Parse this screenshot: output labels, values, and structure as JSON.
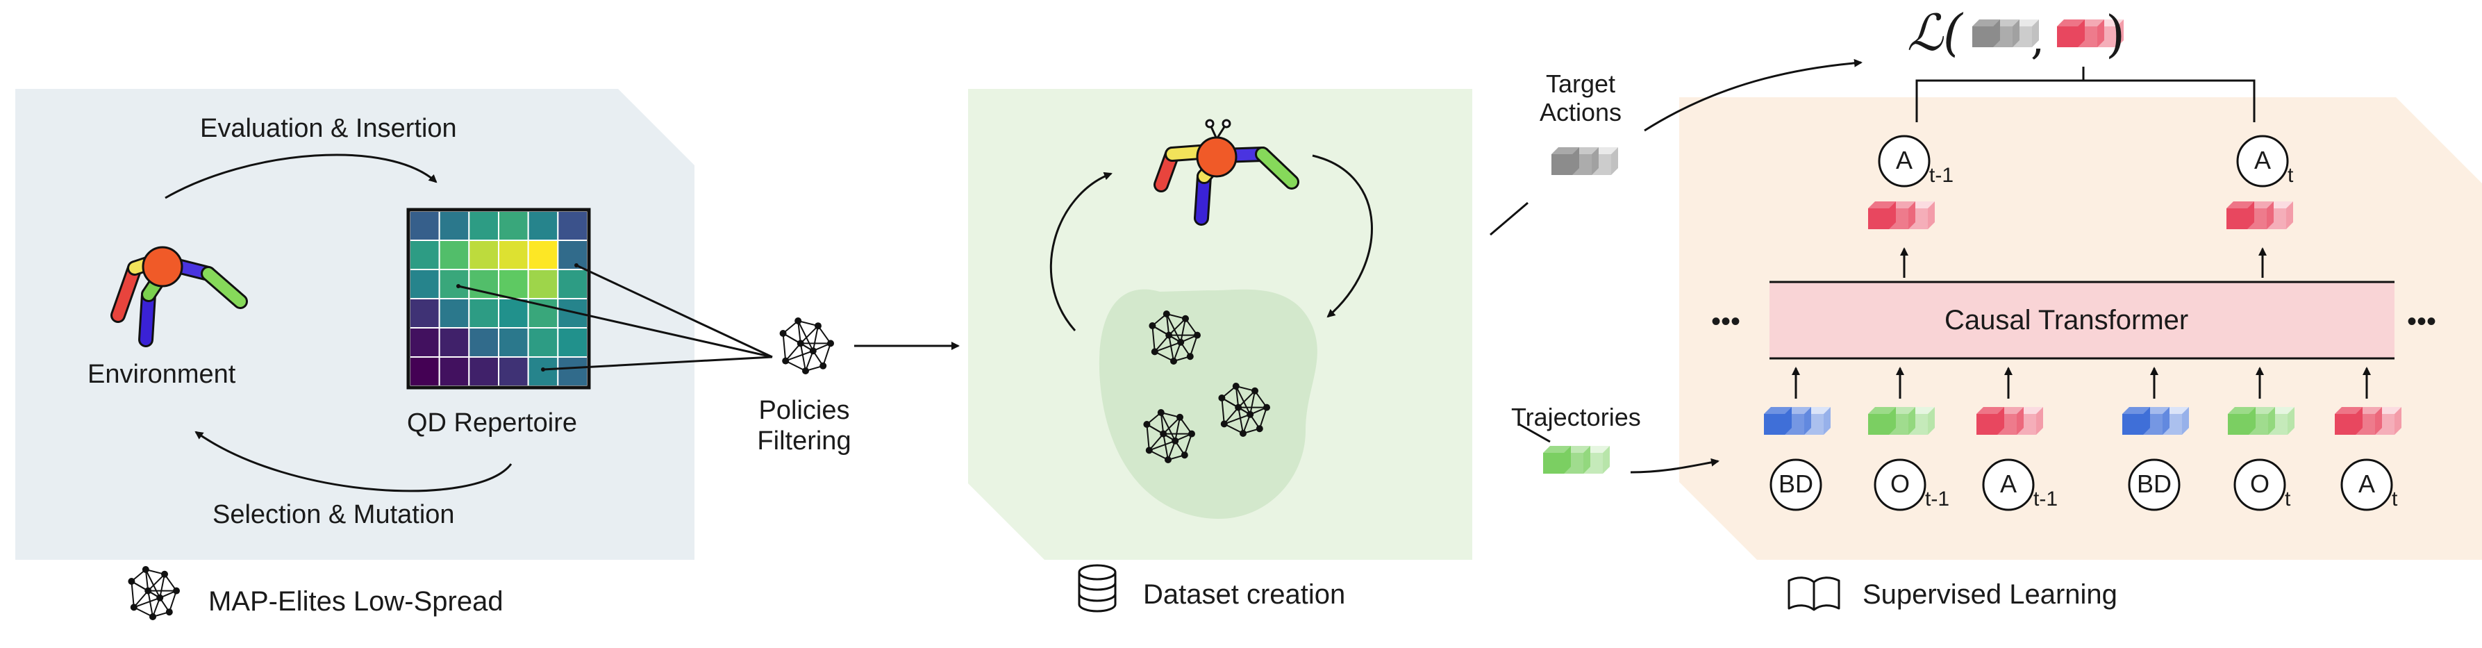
{
  "sections": {
    "left": {
      "caption": "MAP-Elites Low-Spread",
      "env_label": "Environment",
      "repertoire_label": "QD Repertoire",
      "top_arrow_label": "Evaluation & Insertion",
      "bottom_arrow_label": "Selection & Mutation",
      "icon": "network-icon"
    },
    "filter": {
      "line1": "Policies",
      "line2": "Filtering"
    },
    "middle": {
      "caption": "Dataset creation",
      "icon": "database-icon"
    },
    "right": {
      "caption": "Supervised Learning",
      "icon": "book-icon",
      "target_label_1": "Target",
      "target_label_2": "Actions",
      "traj_label": "Trajectories",
      "transformer_label": "Causal Transformer",
      "ellipsis": "•••",
      "loss_symbol": "ℒ(",
      "loss_comma": ",",
      "loss_close": ")",
      "out_tokens": [
        {
          "letter": "A",
          "sub": "t-1"
        },
        {
          "letter": "A",
          "sub": "t"
        }
      ],
      "in_tokens": [
        {
          "letter": "BD",
          "sub": ""
        },
        {
          "letter": "O",
          "sub": "t-1"
        },
        {
          "letter": "A",
          "sub": "t-1"
        },
        {
          "letter": "BD",
          "sub": ""
        },
        {
          "letter": "O",
          "sub": "t"
        },
        {
          "letter": "A",
          "sub": "t"
        }
      ]
    }
  },
  "colors": {
    "left_panel": "#e8eef2",
    "middle_panel": "#e9f4e3",
    "middle_blob": "#d3e8cc",
    "right_panel": "#fcefe2",
    "transformer": "#f9d4d6",
    "token_red": "#e8475f",
    "token_green": "#7bcf62",
    "token_blue": "#3f6fd8",
    "token_gray": "#8c8c8c",
    "robot_body": "#f05a28"
  },
  "repertoire_values": [
    [
      0.3,
      0.4,
      0.55,
      0.6,
      0.45,
      0.25
    ],
    [
      0.55,
      0.7,
      0.9,
      0.95,
      1.0,
      0.35
    ],
    [
      0.45,
      0.6,
      0.7,
      0.75,
      0.85,
      0.55
    ],
    [
      0.15,
      0.4,
      0.55,
      0.5,
      0.6,
      0.45
    ],
    [
      0.05,
      0.1,
      0.35,
      0.4,
      0.55,
      0.5
    ],
    [
      0.0,
      0.05,
      0.1,
      0.15,
      0.45,
      0.35
    ]
  ]
}
